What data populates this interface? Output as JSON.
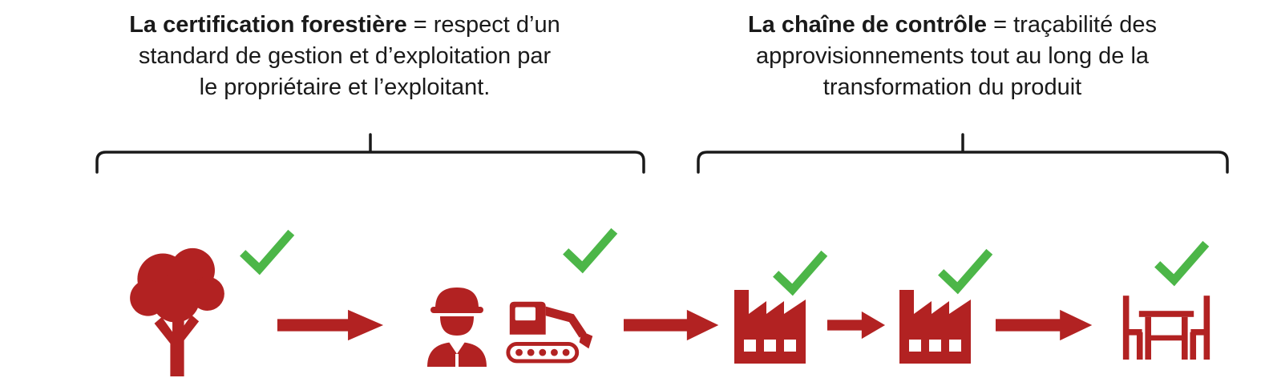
{
  "captions": {
    "left": {
      "bold": "La certification forestière",
      "line1_rest": " = respect d’un",
      "line2": "standard de gestion et d’exploitation par",
      "line3": "le propriétaire et l’exploitant."
    },
    "right": {
      "bold": "La chaîne de contrôle",
      "line1_rest": " = traçabilité des",
      "line2": "approvisionnements tout au long de la",
      "line3": "transformation du produit"
    }
  },
  "colors": {
    "icon_red": "#B22222",
    "check_green": "#4CB648",
    "line_black": "#1A1A1A",
    "text_color": "#1A1A1A"
  },
  "flow": {
    "steps": [
      {
        "icon": "tree-icon",
        "checked": true
      },
      {
        "icon": "worker-and-excavator-icon",
        "checked": true
      },
      {
        "icon": "factory-icon",
        "checked": true
      },
      {
        "icon": "factory-icon",
        "checked": true
      },
      {
        "icon": "table-and-chairs-icon",
        "checked": true
      }
    ],
    "connector_icon": "arrow-right-icon"
  }
}
